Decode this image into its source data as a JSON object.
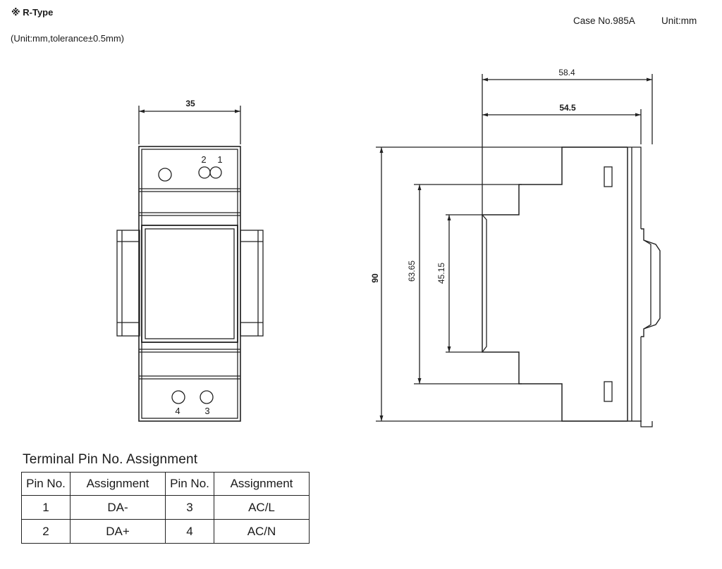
{
  "header": {
    "title": "※ R-Type",
    "unit_note": "(Unit:mm,tolerance±0.5mm)",
    "case_no": "Case No.985A",
    "unit": "Unit:mm"
  },
  "front_view": {
    "width_dim": "35",
    "top_pin_labels": [
      "2",
      "1"
    ],
    "bottom_pin_labels": [
      "4",
      "3"
    ]
  },
  "side_view": {
    "depth_total": "58.4",
    "depth_body": "54.5",
    "height_total": "90",
    "height_mid": "63.65",
    "height_inner": "45.15"
  },
  "pin_table": {
    "caption": "Terminal Pin No.  Assignment",
    "headers": [
      "Pin No.",
      "Assignment",
      "Pin No.",
      "Assignment"
    ],
    "rows": [
      [
        "1",
        "DA-",
        "3",
        "AC/L"
      ],
      [
        "2",
        "DA+",
        "4",
        "AC/N"
      ]
    ]
  }
}
